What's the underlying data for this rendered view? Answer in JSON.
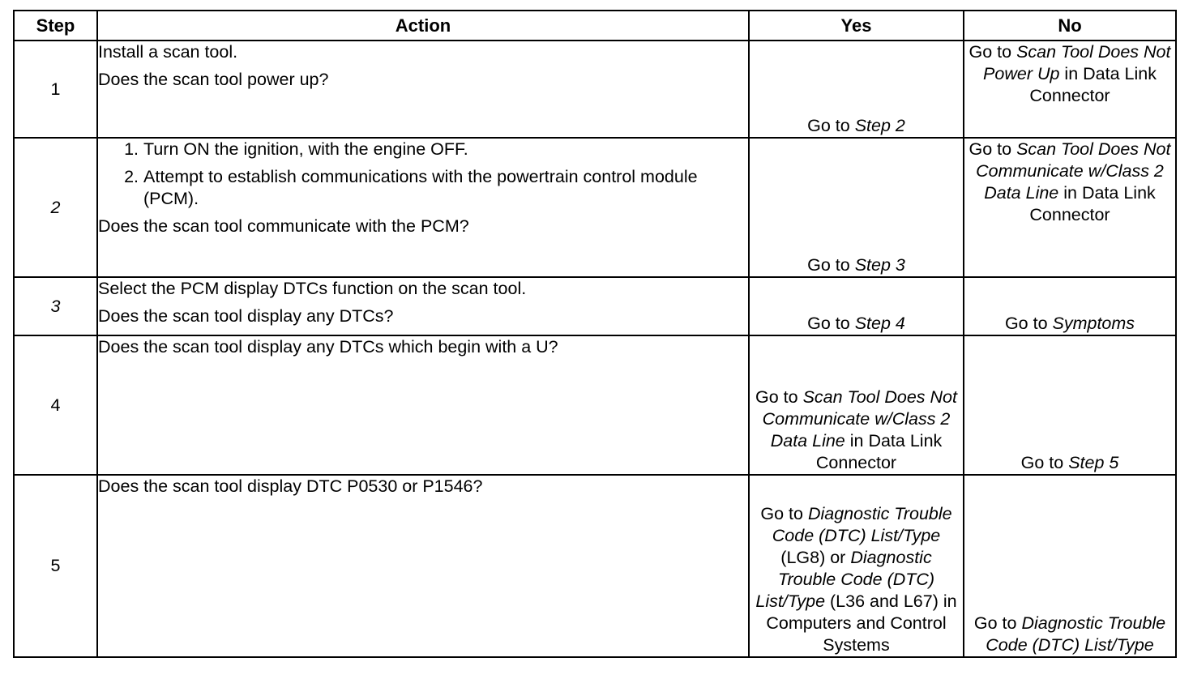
{
  "table": {
    "headers": {
      "step": "Step",
      "action": "Action",
      "yes": "Yes",
      "no": "No"
    },
    "rows": [
      {
        "step": "1",
        "action": {
          "line1": "Install a scan tool.",
          "question": "Does the scan tool power up?"
        },
        "yes": {
          "prefix": "Go to ",
          "ref": "Step 2"
        },
        "no": {
          "prefix": "Go to ",
          "ref": "Scan Tool Does Not Power Up",
          "suffix": " in Data Link Connector"
        }
      },
      {
        "step": "2",
        "action": {
          "items": [
            "Turn ON the ignition, with the engine OFF.",
            "Attempt to establish communications with the powertrain control module (PCM)."
          ],
          "question": "Does the scan tool communicate with the PCM?"
        },
        "yes": {
          "prefix": "Go to ",
          "ref": "Step 3"
        },
        "no": {
          "prefix": "Go to ",
          "ref": "Scan Tool Does Not Communicate w/Class 2 Data Line",
          "suffix": " in Data Link Connector"
        }
      },
      {
        "step": "3",
        "action": {
          "line1": "Select the PCM display DTCs function on the scan tool.",
          "question": "Does the scan tool display any DTCs?"
        },
        "yes": {
          "prefix": "Go to ",
          "ref": "Step 4"
        },
        "no": {
          "prefix": "Go to ",
          "ref": "Symptoms"
        }
      },
      {
        "step": "4",
        "action": {
          "question": "Does the scan tool display any DTCs which begin with a U?"
        },
        "yes": {
          "prefix": "Go to ",
          "ref": "Scan Tool Does Not Communicate w/Class 2 Data Line",
          "suffix": " in Data Link Connector"
        },
        "no": {
          "prefix": "Go to ",
          "ref": "Step 5"
        }
      },
      {
        "step": "5",
        "action": {
          "question": "Does the scan tool display DTC P0530 or P1546?"
        },
        "yes": {
          "prefix": "Go to ",
          "ref1": "Diagnostic Trouble Code (DTC) List/Type",
          "mid": " (LG8) or ",
          "ref2": "Diagnostic Trouble Code (DTC) List/Type",
          "suffix": " (L36 and L67) in Computers and Control Systems"
        },
        "no": {
          "prefix": "Go to ",
          "ref": "Diagnostic Trouble Code (DTC) List/Type"
        }
      }
    ]
  }
}
